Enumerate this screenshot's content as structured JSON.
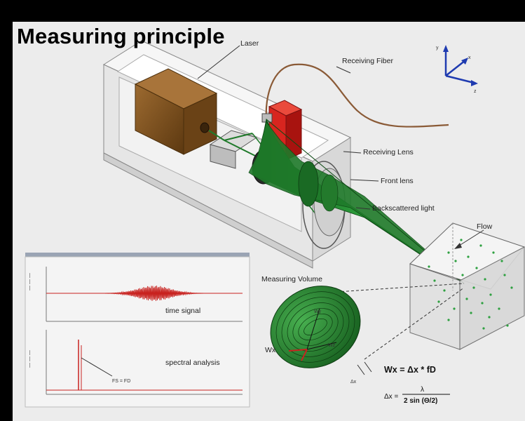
{
  "title": "Measuring principle",
  "labels": {
    "laser": "Laser",
    "receiving_fiber": "Receiving Fiber",
    "receiving_lens": "Receiving Lens",
    "front_lens": "Front lens",
    "backscattered_light": "Backscattered light",
    "flow": "Flow",
    "measuring_volume": "Measuring Volume",
    "time_signal": "time signal",
    "spectral_analysis": "spectral analysis",
    "fs_fd": "FS = FD",
    "wx": "Wx",
    "wy": "Wy",
    "wz": "Wz",
    "formula_1": "Wx = Δx * fD",
    "formula_2_lhs": "Δx =",
    "formula_2_num": "λ",
    "formula_2_den": "2 sin (Θ/2)",
    "delta_x": "Δx"
  },
  "axes": {
    "y": "y",
    "x": "x",
    "z": "z"
  },
  "colors": {
    "beam_green": "#1f7a2a",
    "laser_box": "#7a4e1e",
    "receiver_red": "#d8251f",
    "fiber": "#8a5a36",
    "signal_red": "#c8221f"
  }
}
